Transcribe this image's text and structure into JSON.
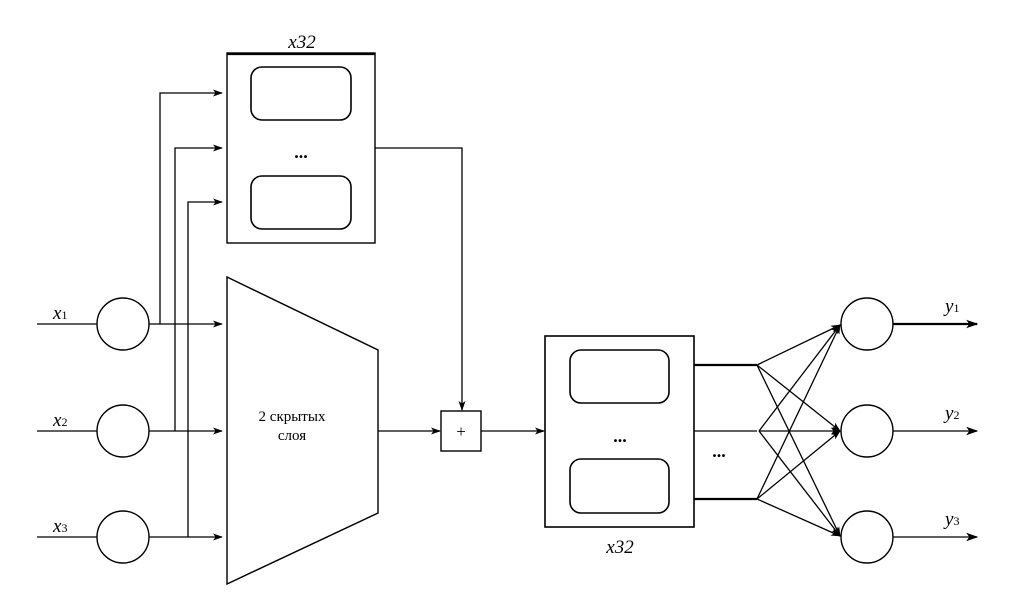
{
  "diagram": {
    "inputs": [
      {
        "label": "x",
        "sub": "1"
      },
      {
        "label": "x",
        "sub": "2"
      },
      {
        "label": "x",
        "sub": "3"
      }
    ],
    "outputs": [
      {
        "label": "y",
        "sub": "1"
      },
      {
        "label": "y",
        "sub": "2"
      },
      {
        "label": "y",
        "sub": "3"
      }
    ],
    "top_block": {
      "repeat_label": "x32",
      "ellipsis": "..."
    },
    "hidden_block": {
      "line1": "2 скрытых",
      "line2": "слоя"
    },
    "sum_node": {
      "symbol": "+"
    },
    "bottom_block": {
      "repeat_label": "x32",
      "ellipsis": "..."
    },
    "fan_ellipsis": "..."
  }
}
